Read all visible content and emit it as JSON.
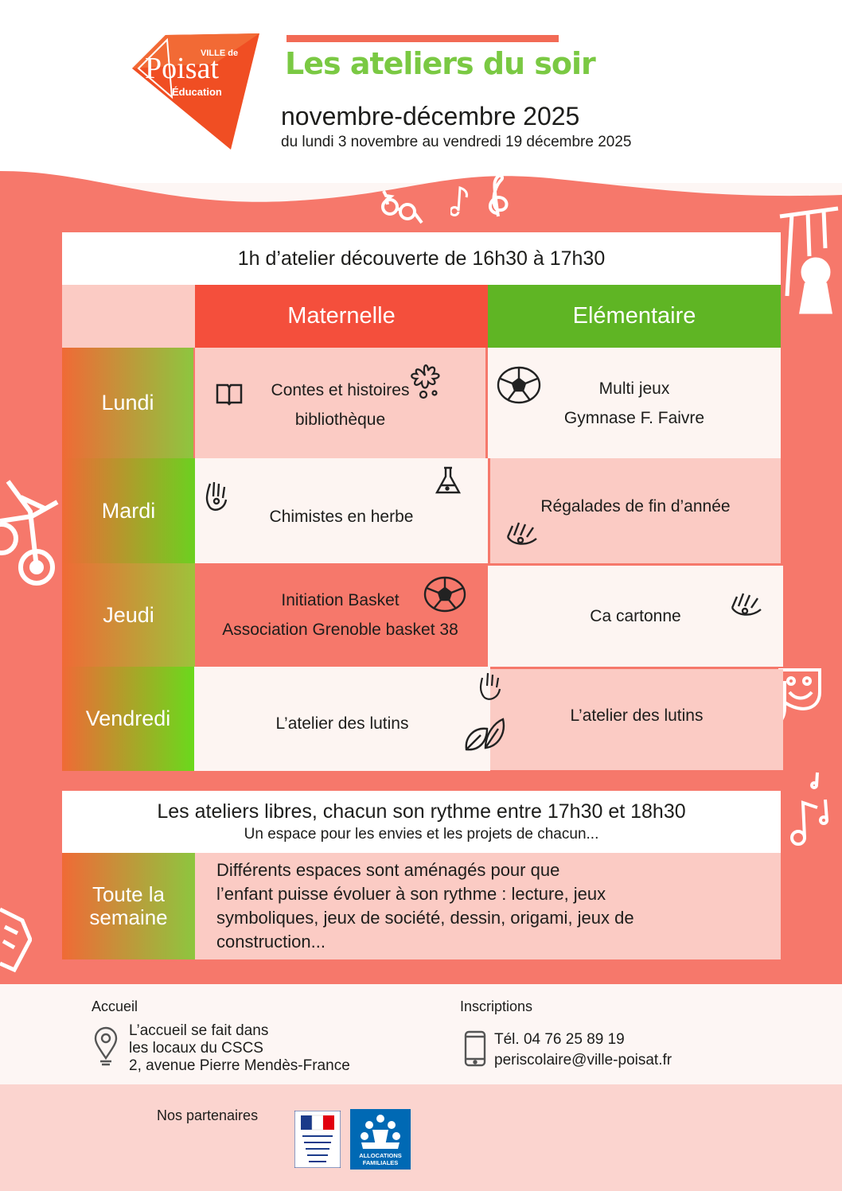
{
  "logo": {
    "ville": "VILLE de",
    "name": "Poisat",
    "sub": "Éducation"
  },
  "header": {
    "title": "Les ateliers du soir",
    "period": "novembre-décembre 2025",
    "dates": "du lundi 3 novembre au vendredi 19 décembre 2025"
  },
  "colors": {
    "coral": "#f6786b",
    "orange": "#f44f3c",
    "green": "#5fb524",
    "pink": "#fbcbc4",
    "cream": "#fdf5f2"
  },
  "discovery": {
    "heading": "1h d’atelier découverte de 16h30 à 17h30",
    "col_maternelle": "Maternelle",
    "col_elementaire": "Elémentaire",
    "rows": [
      {
        "day": "Lundi",
        "maternelle": [
          "Contes et histoires",
          "bibliothèque"
        ],
        "elementaire": [
          "Multi jeux",
          "Gymnase F. Faivre"
        ]
      },
      {
        "day": "Mardi",
        "maternelle": [
          "Chimistes en herbe"
        ],
        "elementaire": [
          "Régalades de fin d’année"
        ]
      },
      {
        "day": "Jeudi",
        "maternelle": [
          "Initiation Basket",
          "Association Grenoble basket 38"
        ],
        "elementaire": [
          "Ca cartonne"
        ]
      },
      {
        "day": "Vendredi",
        "maternelle": [
          "L’atelier des lutins"
        ],
        "elementaire": [
          "L’atelier des lutins"
        ]
      }
    ]
  },
  "libre": {
    "heading": "Les ateliers libres, chacun son rythme entre 17h30 et 18h30",
    "subheading": "Un espace pour les envies et les projets de chacun...",
    "label_line1": "Toute la",
    "label_line2": "semaine",
    "text": [
      "Différents espaces sont aménagés pour que",
      "l’enfant puisse évoluer à son rythme : lecture, jeux",
      "symboliques, jeux de société, dessin, origami, jeux de",
      "construction..."
    ]
  },
  "accueil": {
    "label": "Accueil",
    "lines": [
      "L’accueil se fait dans",
      "les locaux du CSCS",
      "2, avenue Pierre Mendès-France"
    ]
  },
  "inscriptions": {
    "label": "Inscriptions",
    "phone": "Tél. 04 76 25 89 19",
    "email": "periscolaire@ville-poisat.fr"
  },
  "partners": {
    "label": "Nos partenaires",
    "caf_line1": "ALLOCATIONS",
    "caf_line2": "FAMILIALES"
  }
}
